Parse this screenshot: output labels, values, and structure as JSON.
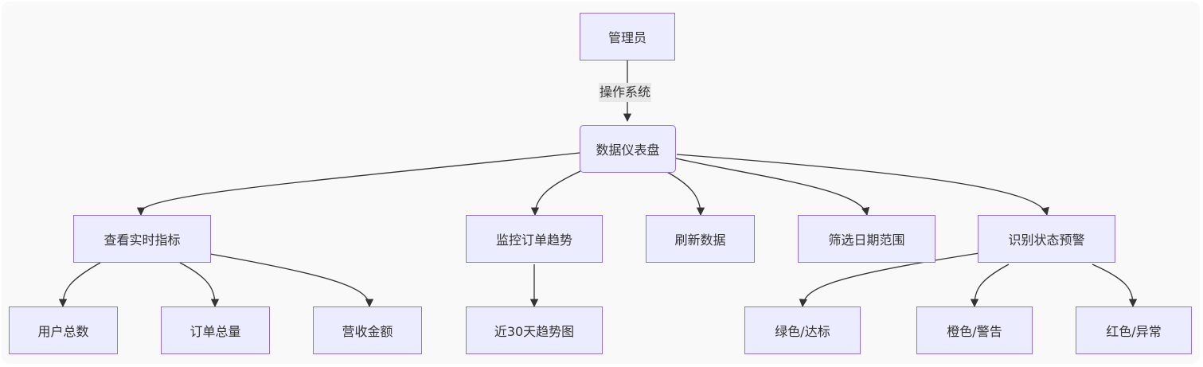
{
  "nodes": {
    "admin": "管理员",
    "dashboard": "数据仪表盘",
    "realtime": "查看实时指标",
    "monitor": "监控订单趋势",
    "refresh": "刷新数据",
    "filter": "筛选日期范围",
    "status": "识别状态预警",
    "users": "用户总数",
    "orders": "订单总量",
    "revenue": "营收金额",
    "trend30": "近30天趋势图",
    "green": "绿色/达标",
    "orange": "橙色/警告",
    "red": "红色/异常"
  },
  "edges": {
    "admin_dashboard": "操作系统"
  },
  "colors": {
    "node_fill": "#ececff",
    "node_border": "#9370db",
    "edge": "#333333",
    "edge_label_bg": "#e8e8e8",
    "background": "#f9f9f9"
  }
}
